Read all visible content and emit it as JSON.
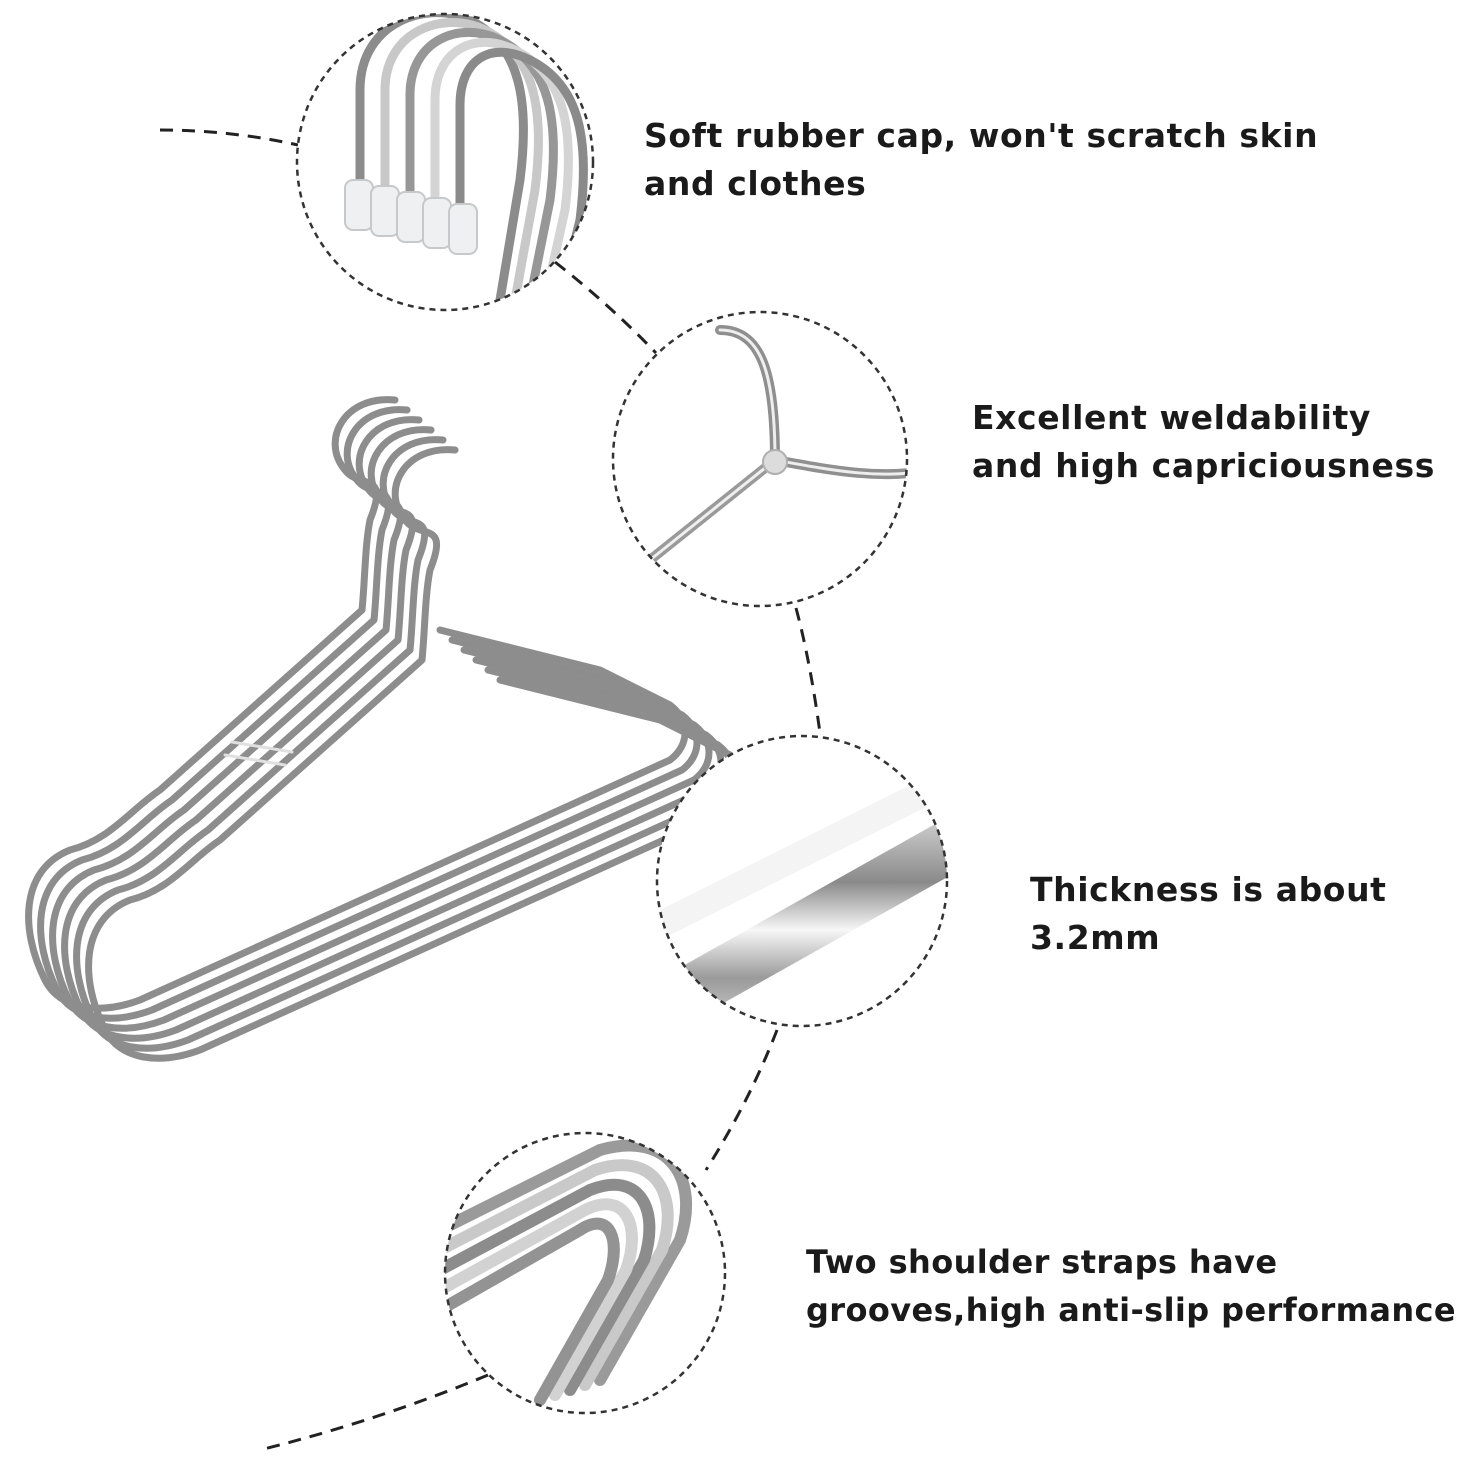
{
  "features": [
    {
      "id": "rubber-cap",
      "icon": "rubber-cap-closeup",
      "lines": [
        "Soft rubber cap, won't scratch skin",
        "and clothes"
      ]
    },
    {
      "id": "weld",
      "icon": "weld-joint-closeup",
      "lines": [
        "Excellent weldability",
        "and high capriciousness"
      ]
    },
    {
      "id": "thickness",
      "icon": "wire-thickness-closeup",
      "lines": [
        "Thickness is about",
        "3.2mm"
      ]
    },
    {
      "id": "grooves",
      "icon": "shoulder-groove-closeup",
      "lines": [
        "Two shoulder straps have",
        "grooves,high anti-slip performance"
      ]
    }
  ],
  "colors": {
    "text": "#1a1a1a",
    "metal": "#9a9a9a",
    "dash": "#222222"
  }
}
